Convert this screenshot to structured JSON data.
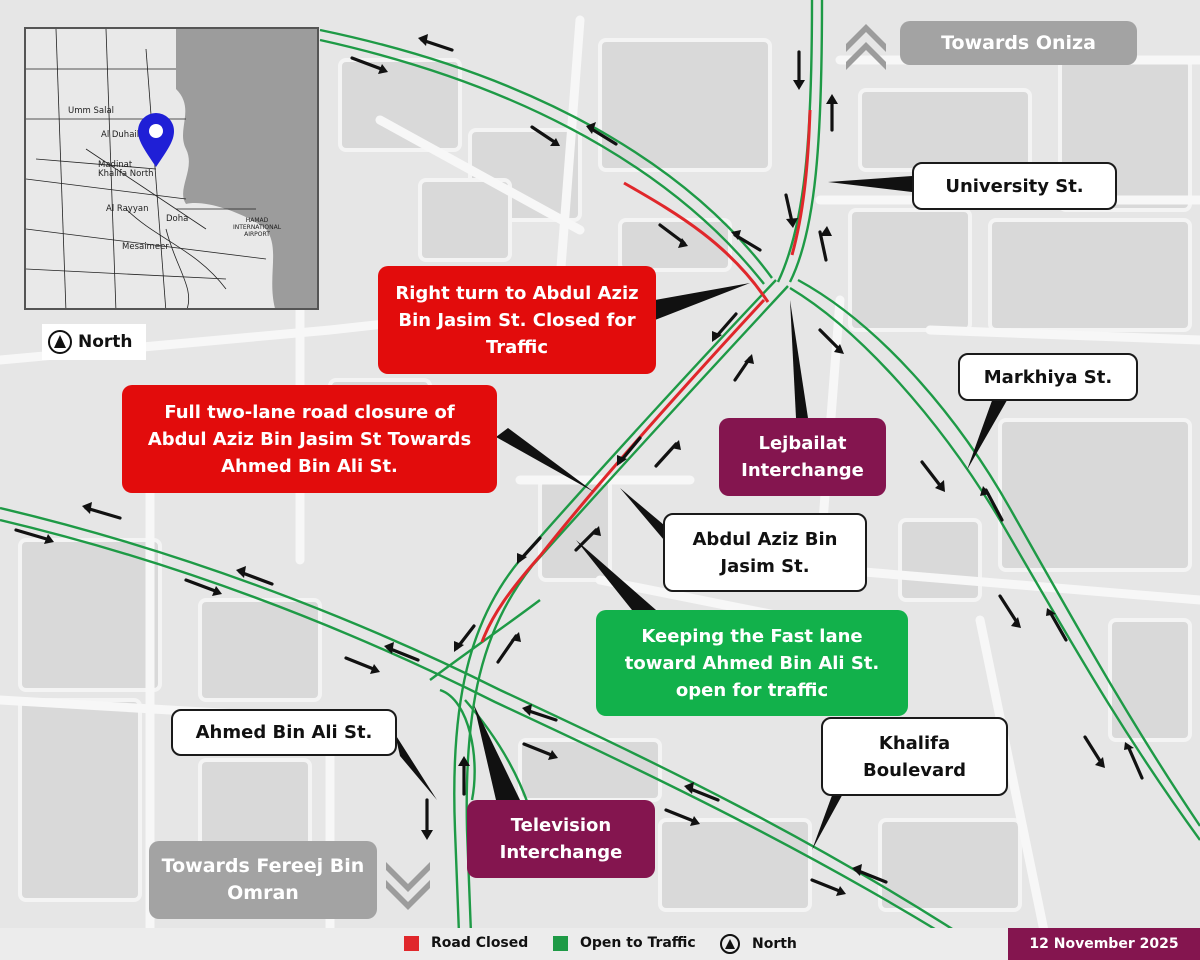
{
  "callouts": {
    "towards_oniza": "Towards Oniza",
    "university": "University St.",
    "right_turn_closed": "Right turn to Abdul Aziz Bin Jasim St. Closed for Traffic",
    "full_closure": "Full two-lane road closure of Abdul Aziz Bin Jasim St Towards Ahmed Bin Ali St.",
    "lejbailat": "Lejbailat Interchange",
    "markhiya": "Markhiya St.",
    "abdul_aziz": "Abdul Aziz Bin Jasim St.",
    "fast_lane_open": "Keeping the Fast lane toward Ahmed Bin Ali St. open for traffic",
    "khalifa": "Khalifa Boulevard",
    "ahmed_bin_ali": "Ahmed Bin Ali St.",
    "television": "Television Interchange",
    "towards_fereej": "Towards Fereej Bin Omran"
  },
  "north_badge": {
    "label": "North",
    "icon": "north-arrow-icon"
  },
  "inset_map": {
    "places": [
      "Umm Salal",
      "Al Duhail",
      "Madinat Khalifa North",
      "Al Rayyan",
      "Doha",
      "Mesaimeer",
      "HAMAD INTERNATIONAL AIRPORT"
    ],
    "pin_icon": "location-pin-icon",
    "pin_color": "#1f1fd6"
  },
  "legend": {
    "road_closed": "Road Closed",
    "open_to_traffic": "Open to Traffic",
    "north": "North"
  },
  "date": "12 November 2025",
  "colors": {
    "closed": "#e0272b",
    "open": "#1e9a46",
    "closure_box": "#e20c0c",
    "open_box": "#12b14b",
    "interchange_box": "#84154f",
    "direction_box": "#a3a3a3"
  }
}
